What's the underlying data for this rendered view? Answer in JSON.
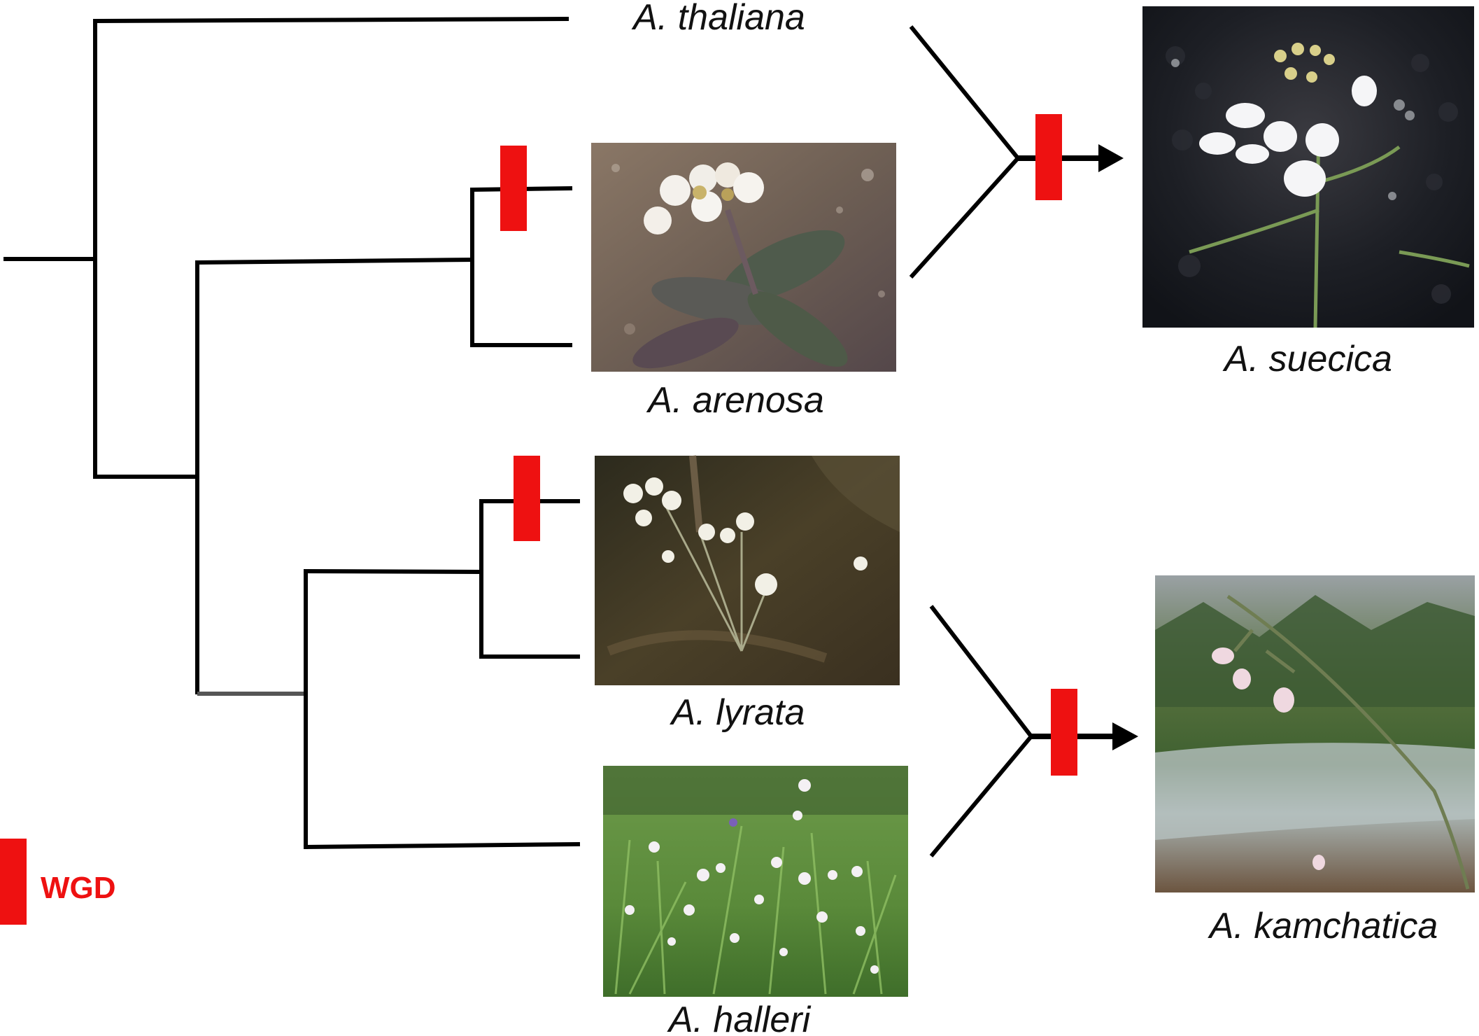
{
  "species": {
    "thaliana": "A. thaliana",
    "arenosa": "A. arenosa",
    "lyrata": "A. lyrata",
    "halleri": "A. halleri",
    "suecica": "A. suecica",
    "kamchatica": "A. kamchatica"
  },
  "legend": {
    "label": "WGD"
  },
  "colors": {
    "wgd": "#ee1111",
    "branch": "#000000"
  }
}
